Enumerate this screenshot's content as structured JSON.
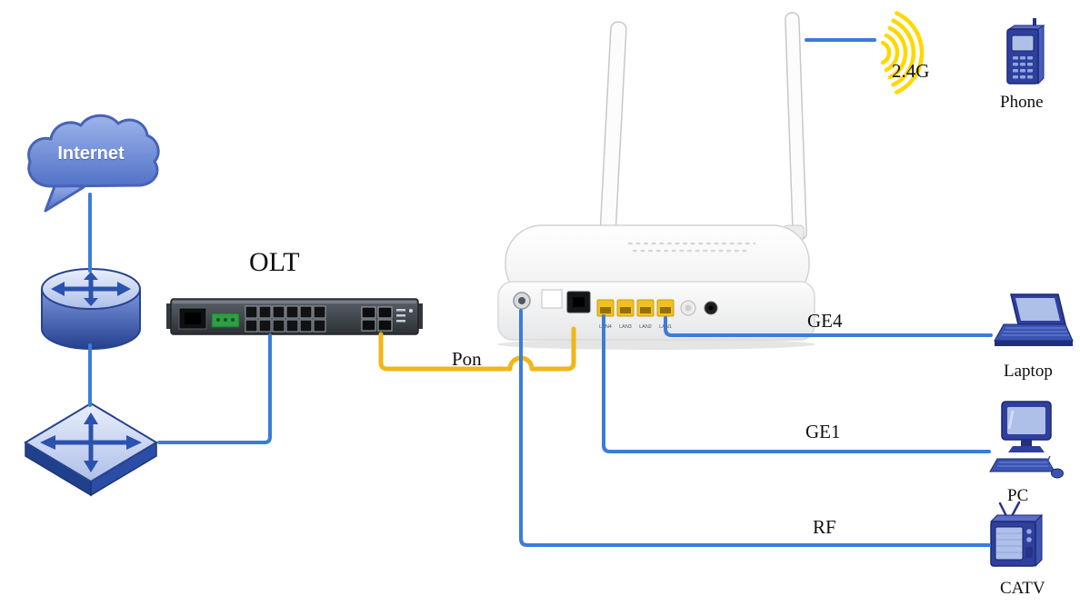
{
  "nodes": {
    "internet": {
      "label": "Internet"
    },
    "olt": {
      "label": "OLT"
    },
    "onu": {
      "port_labels": [
        "LAN4",
        "LAN3",
        "LAN2",
        "LAN1"
      ]
    },
    "phone": {
      "label": "Phone"
    },
    "laptop": {
      "label": "Laptop"
    },
    "pc": {
      "label": "PC"
    },
    "catv": {
      "label": "CATV"
    }
  },
  "links": {
    "pon": {
      "label": "Pon"
    },
    "wifi": {
      "label": "2.4G"
    },
    "ge4": {
      "label": "GE4"
    },
    "ge1": {
      "label": "GE1"
    },
    "rf": {
      "label": "RF"
    }
  },
  "colors": {
    "link_blue": "#3c7cd9",
    "pon_yellow": "#f2b616",
    "wifi_yellow": "#ffd800"
  }
}
